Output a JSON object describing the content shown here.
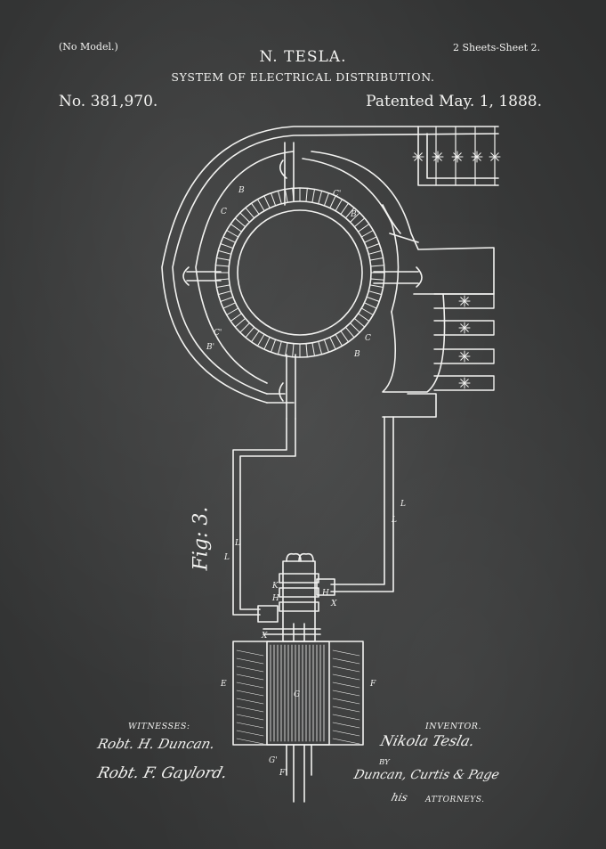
{
  "header": {
    "model_note": "(No Model.)",
    "sheet_note": "2 Sheets-Sheet 2.",
    "inventor": "N. TESLA.",
    "title": "SYSTEM OF ELECTRICAL DISTRIBUTION.",
    "patent_number": "No. 381,970.",
    "patent_date": "Patented May. 1, 1888."
  },
  "figure": {
    "label": "Fig: 3.",
    "part_labels": {
      "C": "C",
      "B": "B",
      "C_prime": "C'",
      "B_prime": "B'",
      "L": "L",
      "K": "K",
      "H": "H",
      "X": "X",
      "E": "E",
      "G": "G",
      "G_prime": "G'",
      "F": "F",
      "F_prime": "F'"
    }
  },
  "footer": {
    "witnesses_label": "WITNESSES:",
    "witness_1": "Robt. H. Duncan.",
    "witness_2": "Robt. F. Gaylord.",
    "inventor_label": "INVENTOR.",
    "inventor_signature": "Nikola Tesla.",
    "by_label": "BY",
    "attorneys_signature": "Duncan, Curtis & Page",
    "his_label": "his",
    "attorneys_label": "ATTORNEYS."
  },
  "colors": {
    "chalkboard": "#3a3b3b",
    "chalk": "#f2f2f0"
  }
}
